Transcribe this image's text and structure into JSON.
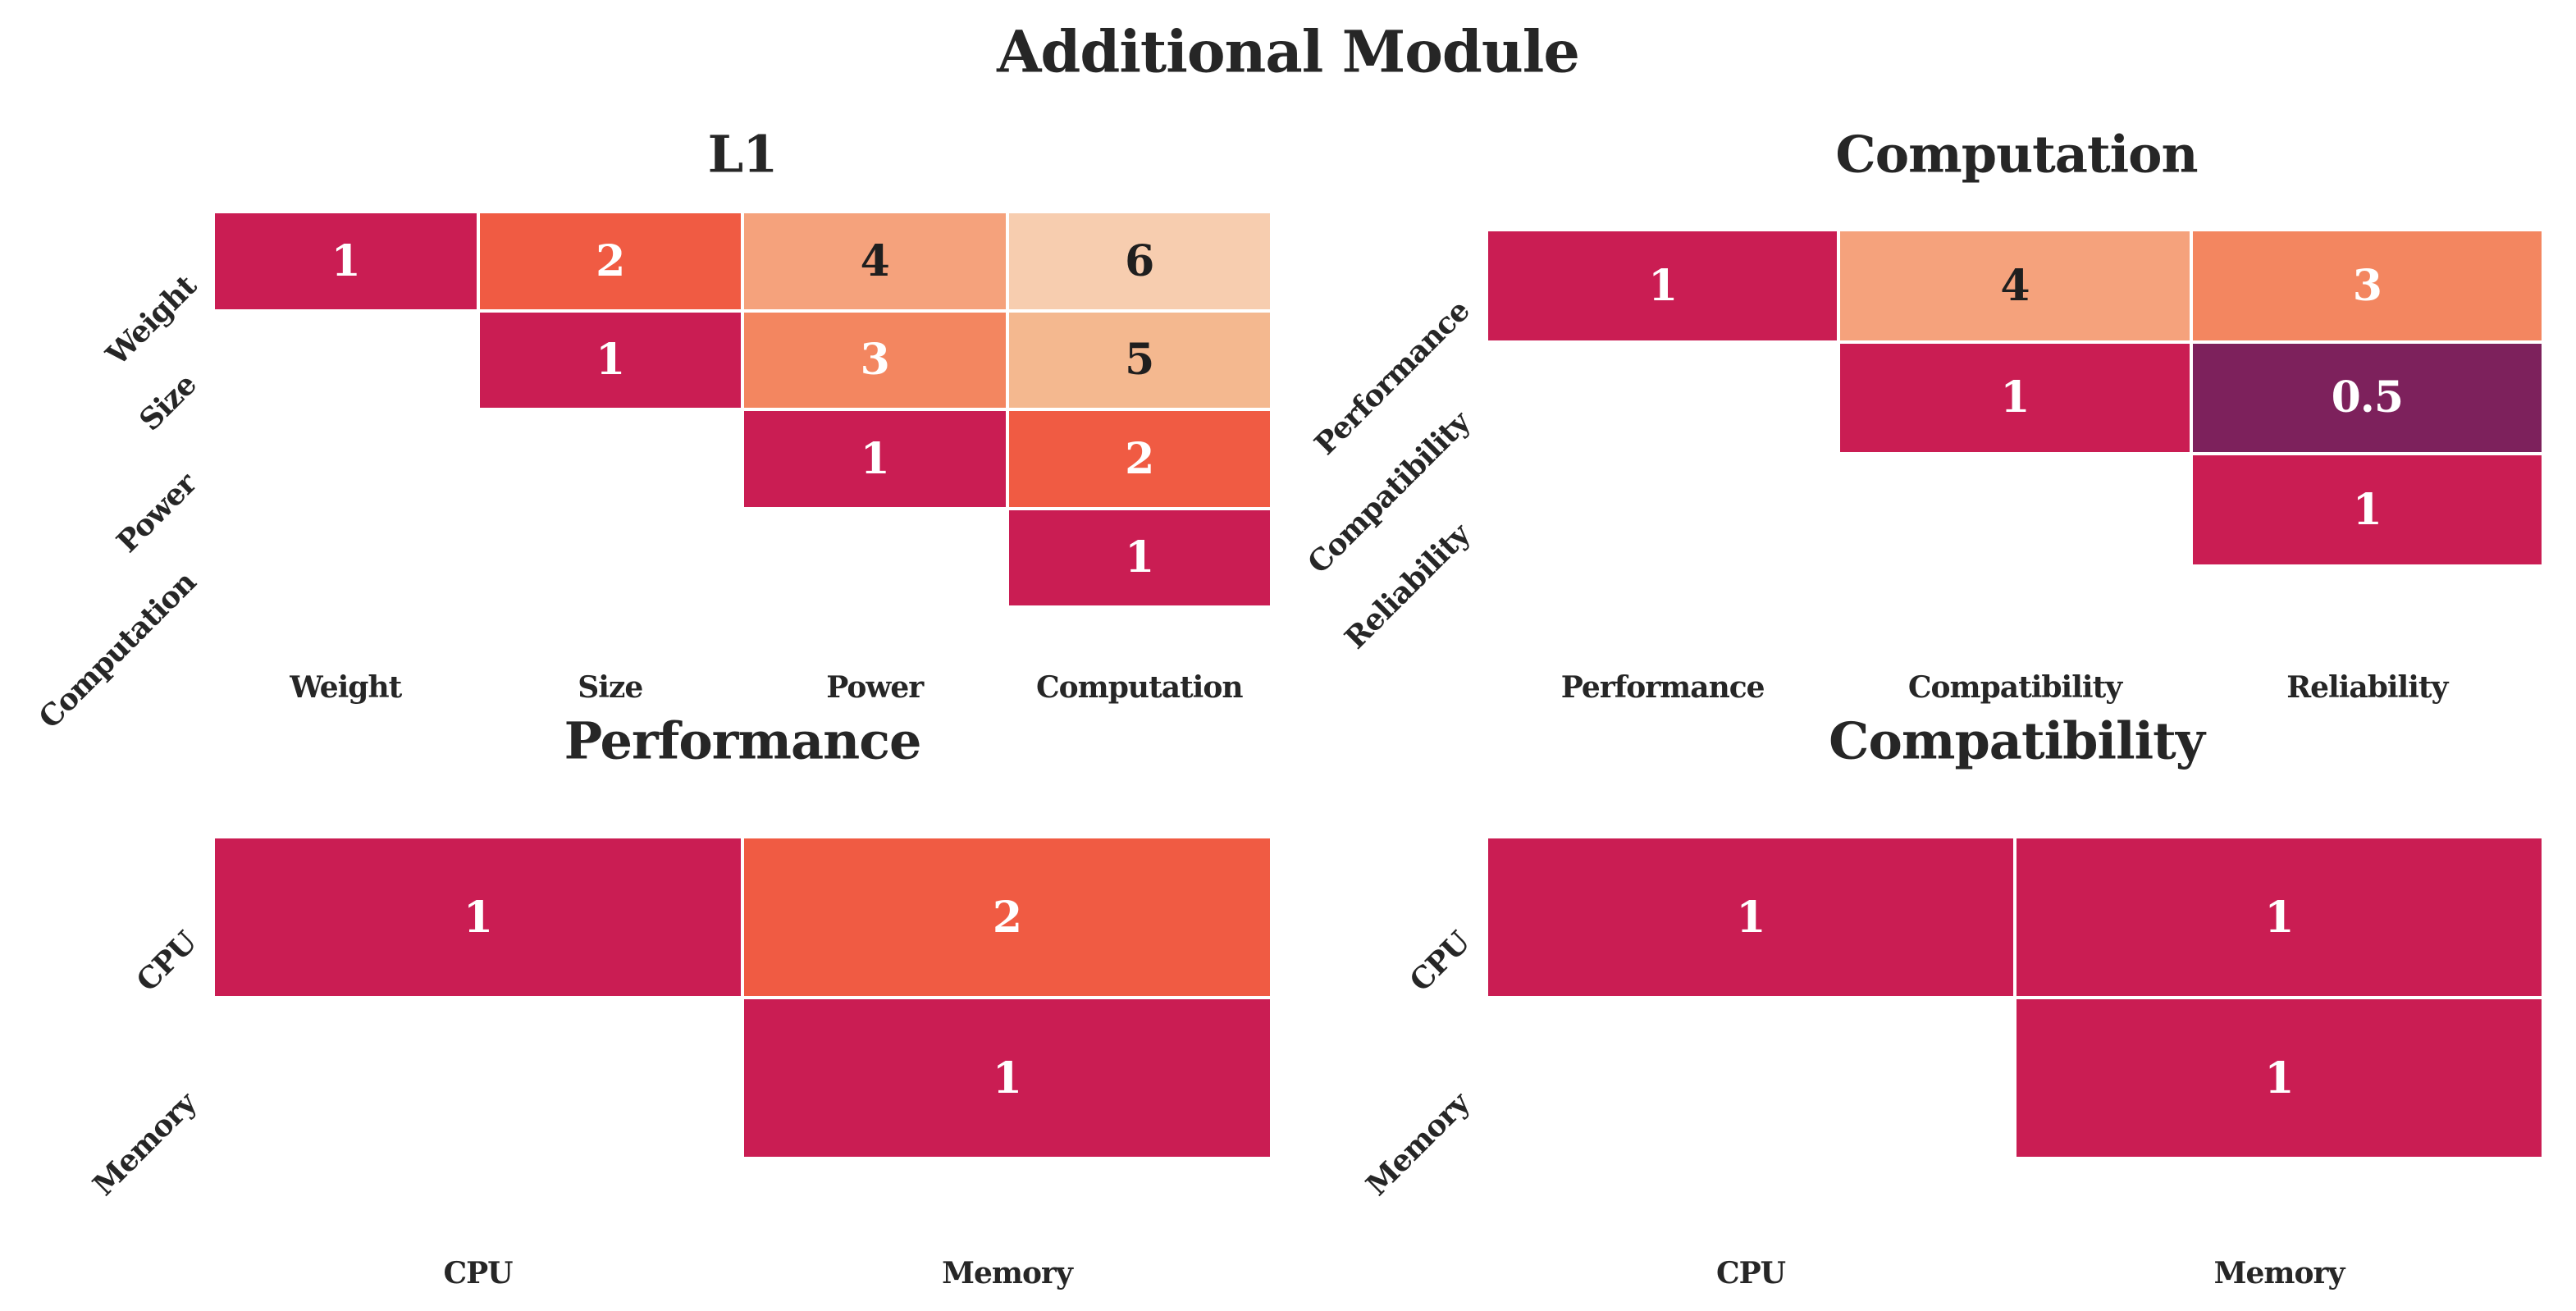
{
  "figure_title": "Additional Module",
  "text_color": "#262626",
  "cell_border_color": "#ffffff",
  "palette": {
    "0.5": "#7D215C",
    "1": "#CA1D53",
    "2": "#F05B43",
    "3": "#F38660",
    "4": "#F5A27C",
    "5": "#F4B88F",
    "6": "#F7CDAF"
  },
  "value_text_colors": {
    "0.5": "#FFFFFF",
    "1": "#FFFFFF",
    "2": "#FFFFFF",
    "3": "#FFFFFF",
    "4": "#1F1F1F",
    "5": "#1F1F1F",
    "6": "#1F1F1F"
  },
  "chart_data": [
    {
      "type": "heatmap",
      "title": "L1",
      "rows": [
        "Weight",
        "Size",
        "Power",
        "Computation"
      ],
      "cols": [
        "Weight",
        "Size",
        "Power",
        "Computation"
      ],
      "matrix": [
        [
          1,
          2,
          4,
          6
        ],
        [
          null,
          1,
          3,
          5
        ],
        [
          null,
          null,
          1,
          2
        ],
        [
          null,
          null,
          null,
          1
        ]
      ]
    },
    {
      "type": "heatmap",
      "title": "Computation",
      "rows": [
        "Performance",
        "Compatibility",
        "Reliability"
      ],
      "cols": [
        "Performance",
        "Compatibility",
        "Reliability"
      ],
      "matrix": [
        [
          1,
          4,
          3
        ],
        [
          null,
          1,
          0.5
        ],
        [
          null,
          null,
          1
        ]
      ]
    },
    {
      "type": "heatmap",
      "title": "Performance",
      "rows": [
        "CPU",
        "Memory"
      ],
      "cols": [
        "CPU",
        "Memory"
      ],
      "matrix": [
        [
          1,
          2
        ],
        [
          null,
          1
        ]
      ]
    },
    {
      "type": "heatmap",
      "title": "Compatibility",
      "rows": [
        "CPU",
        "Memory"
      ],
      "cols": [
        "CPU",
        "Memory"
      ],
      "matrix": [
        [
          1,
          1
        ],
        [
          null,
          1
        ]
      ]
    }
  ]
}
